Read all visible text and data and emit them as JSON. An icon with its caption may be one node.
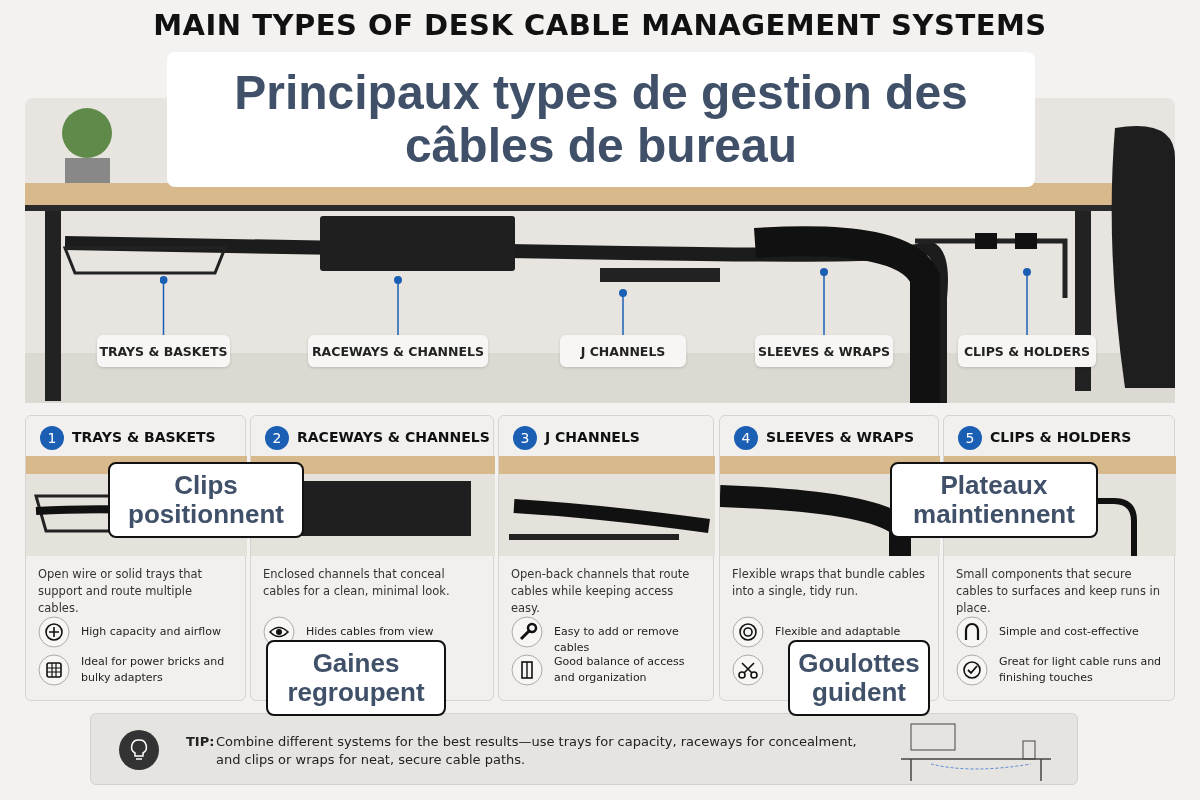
{
  "diagram": {
    "title": "MAIN TYPES OF DESK CABLE MANAGEMENT SYSTEMS",
    "nodes": [
      {
        "text": [
          "Principaux types de gestion des câbles de bureau"
        ]
      },
      {
        "text": [
          "TRAYS & BASKETS"
        ]
      },
      {
        "text": [
          "RACEWAYS & CHANNELS"
        ]
      },
      {
        "text": [
          "J CHANNELS"
        ]
      },
      {
        "text": [
          "SLEEVES & WRAPS"
        ]
      },
      {
        "text": [
          "CLIPS & HOLDERS"
        ]
      },
      {
        "text": [
          "1",
          "TRAYS & BASKETS",
          "Open wire or solid trays that support and route multiple cables.",
          "High capacity and airflow",
          "Ideal for power bricks and bulky adapters"
        ]
      },
      {
        "text": [
          "2",
          "RACEWAYS & CHANNELS",
          "Enclosed channels that conceal cables for a clean, minimal look.",
          "Hides cables from view"
        ]
      },
      {
        "text": [
          "3",
          "J CHANNELS",
          "Open-back channels that route cables while keeping access easy.",
          "Easy to add or remove cables",
          "Good balance of access and organization"
        ]
      },
      {
        "text": [
          "4",
          "SLEEVES & WRAPS",
          "Flexible wraps that bundle cables into a single, tidy run.",
          "Flexible and adaptable"
        ]
      },
      {
        "text": [
          "5",
          "CLIPS & HOLDERS",
          "Small components that secure cables to surfaces and keep runs in place.",
          "Simple and cost-effective",
          "Great for light cable runs and finishing touches"
        ]
      },
      {
        "text": [
          "Clips positionnent"
        ]
      },
      {
        "text": [
          "Plateaux maintiennent"
        ]
      },
      {
        "text": [
          "Gaines regroupent"
        ]
      },
      {
        "text": [
          "Goulottes guident"
        ]
      },
      {
        "text": [
          "TIP:",
          "Combine different systems for the best results—use trays for capacity, raceways for concealment, and clips or wraps for neat, secure cable paths."
        ]
      }
    ],
    "edges": [
      {
        "from": 1,
        "to": null,
        "arrow": "other"
      },
      {
        "from": 2,
        "to": null,
        "arrow": "other"
      },
      {
        "from": 3,
        "to": null,
        "arrow": "other"
      },
      {
        "from": 4,
        "to": null,
        "arrow": "other"
      },
      {
        "from": 5,
        "to": null,
        "arrow": "other"
      }
    ]
  }
}
